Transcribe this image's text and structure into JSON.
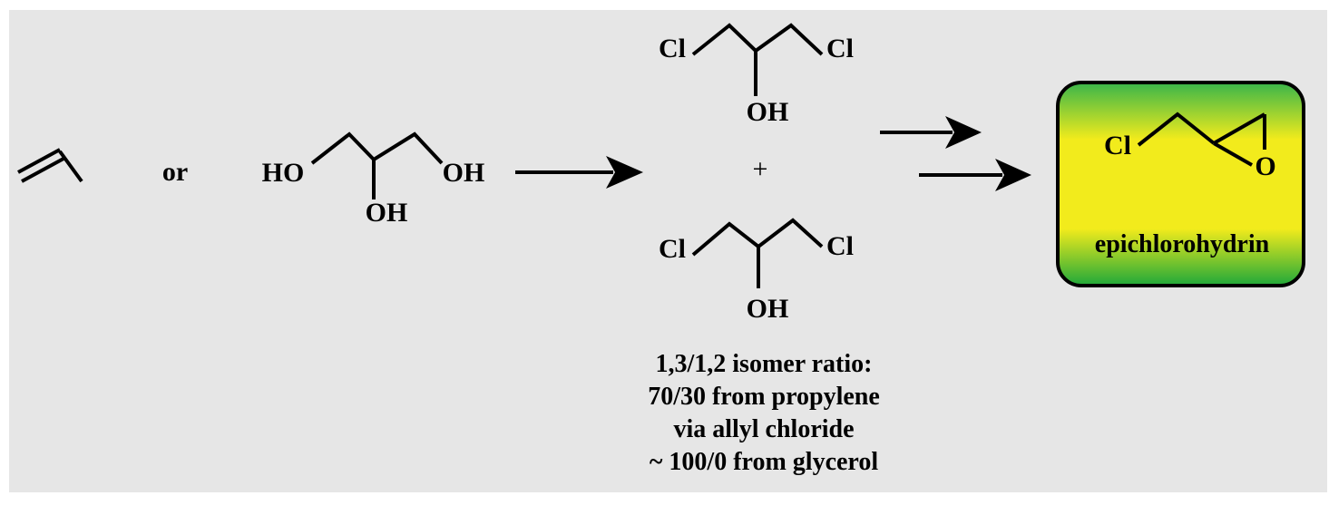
{
  "colors": {
    "panel_background": "#e6e6e6",
    "product_gradient_top": "#39b54a",
    "product_gradient_mid": "#f2eb1c",
    "product_gradient_bottom": "#1fa83a",
    "product_border": "#000000"
  },
  "reactants": {
    "connector": "or",
    "glycerol": {
      "left_label": "HO",
      "right_label": "OH",
      "middle_label": "OH"
    }
  },
  "intermediates": {
    "isomer_13": {
      "left_label": "Cl",
      "right_label": "Cl",
      "middle_label": "OH"
    },
    "plus": "+",
    "isomer_12": {
      "left_label": "Cl",
      "right_label": "Cl",
      "middle_label": "OH"
    }
  },
  "note_lines": [
    "1,3/1,2 isomer ratio:",
    "70/30 from propylene",
    "via allyl chloride",
    "~ 100/0 from glycerol"
  ],
  "product": {
    "cl_label": "Cl",
    "o_label": "O",
    "name": "epichlorohydrin"
  }
}
